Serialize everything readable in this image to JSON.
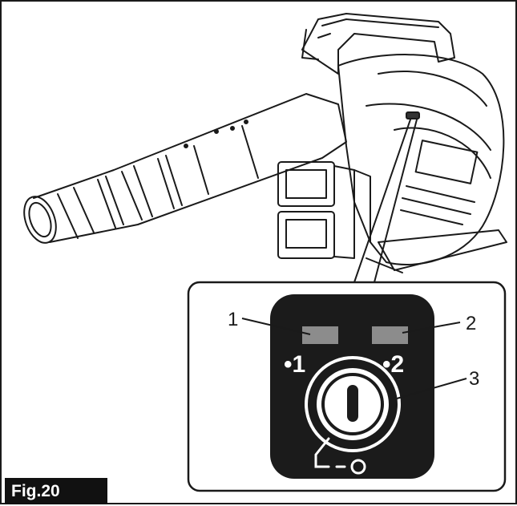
{
  "figure": {
    "label": "Fig.20",
    "callouts": [
      {
        "id": "1",
        "text": "1"
      },
      {
        "id": "2",
        "text": "2"
      },
      {
        "id": "3",
        "text": "3"
      }
    ],
    "panel_marks": {
      "indicator_1": "•1",
      "indicator_2": "•2",
      "lock_symbol": "⊸○"
    },
    "colors": {
      "ink": "#1a1a1a",
      "panel": "#1b1b1b",
      "lamp": "#8c8c8c",
      "background": "#ffffff"
    },
    "icons": [
      "power-switch-icon",
      "lock-symbol-icon"
    ]
  }
}
